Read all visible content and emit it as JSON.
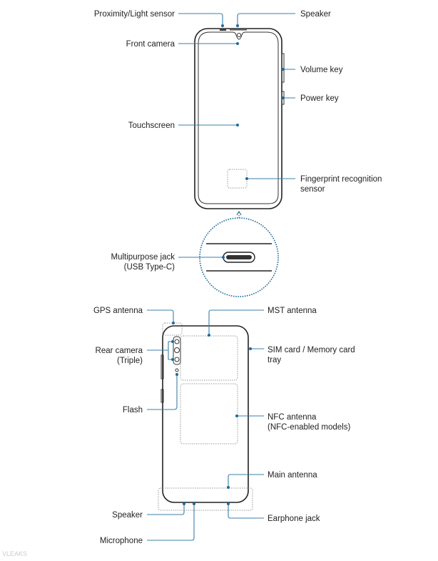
{
  "front": {
    "proximity_sensor": "Proximity/Light sensor",
    "speaker": "Speaker",
    "front_camera": "Front camera",
    "volume_key": "Volume key",
    "power_key": "Power key",
    "touchscreen": "Touchscreen",
    "fingerprint_line1": "Fingerprint recognition",
    "fingerprint_line2": "sensor",
    "jack_line1": "Multipurpose jack",
    "jack_line2": "(USB Type-C)"
  },
  "back": {
    "gps_antenna": "GPS antenna",
    "mst_antenna": "MST antenna",
    "rear_camera_line1": "Rear camera",
    "rear_camera_line2": "(Triple)",
    "sim_line1": "SIM card / Memory card",
    "sim_line2": "tray",
    "flash": "Flash",
    "nfc_line1": "NFC antenna",
    "nfc_line2": "(NFC-enabled models)",
    "main_antenna": "Main antenna",
    "speaker": "Speaker",
    "earphone_jack": "Earphone jack",
    "microphone": "Microphone"
  },
  "watermark": "VLEAKS",
  "colors": {
    "leader": "#3b7fa8",
    "dot": "#1d6b98"
  }
}
